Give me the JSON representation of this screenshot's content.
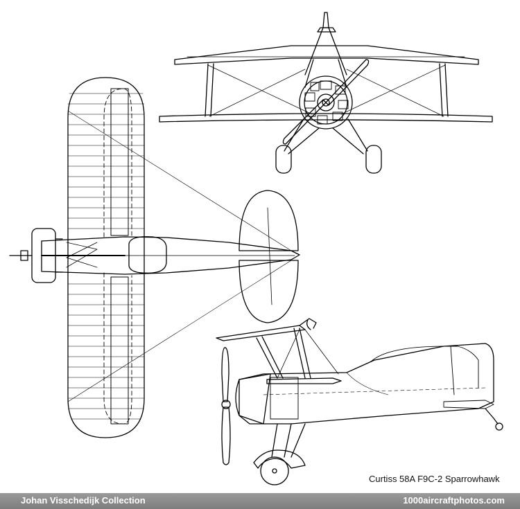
{
  "caption": "Curtiss 58A F9C-2 Sparrowhawk",
  "footer": {
    "credit": "Johan Visschedijk Collection",
    "site": "1000aircraftphotos.com"
  },
  "colors": {
    "line": "#000000",
    "background": "#ffffff",
    "footer_bar": "#8a8a8a",
    "footer_text": "#ffffff"
  }
}
